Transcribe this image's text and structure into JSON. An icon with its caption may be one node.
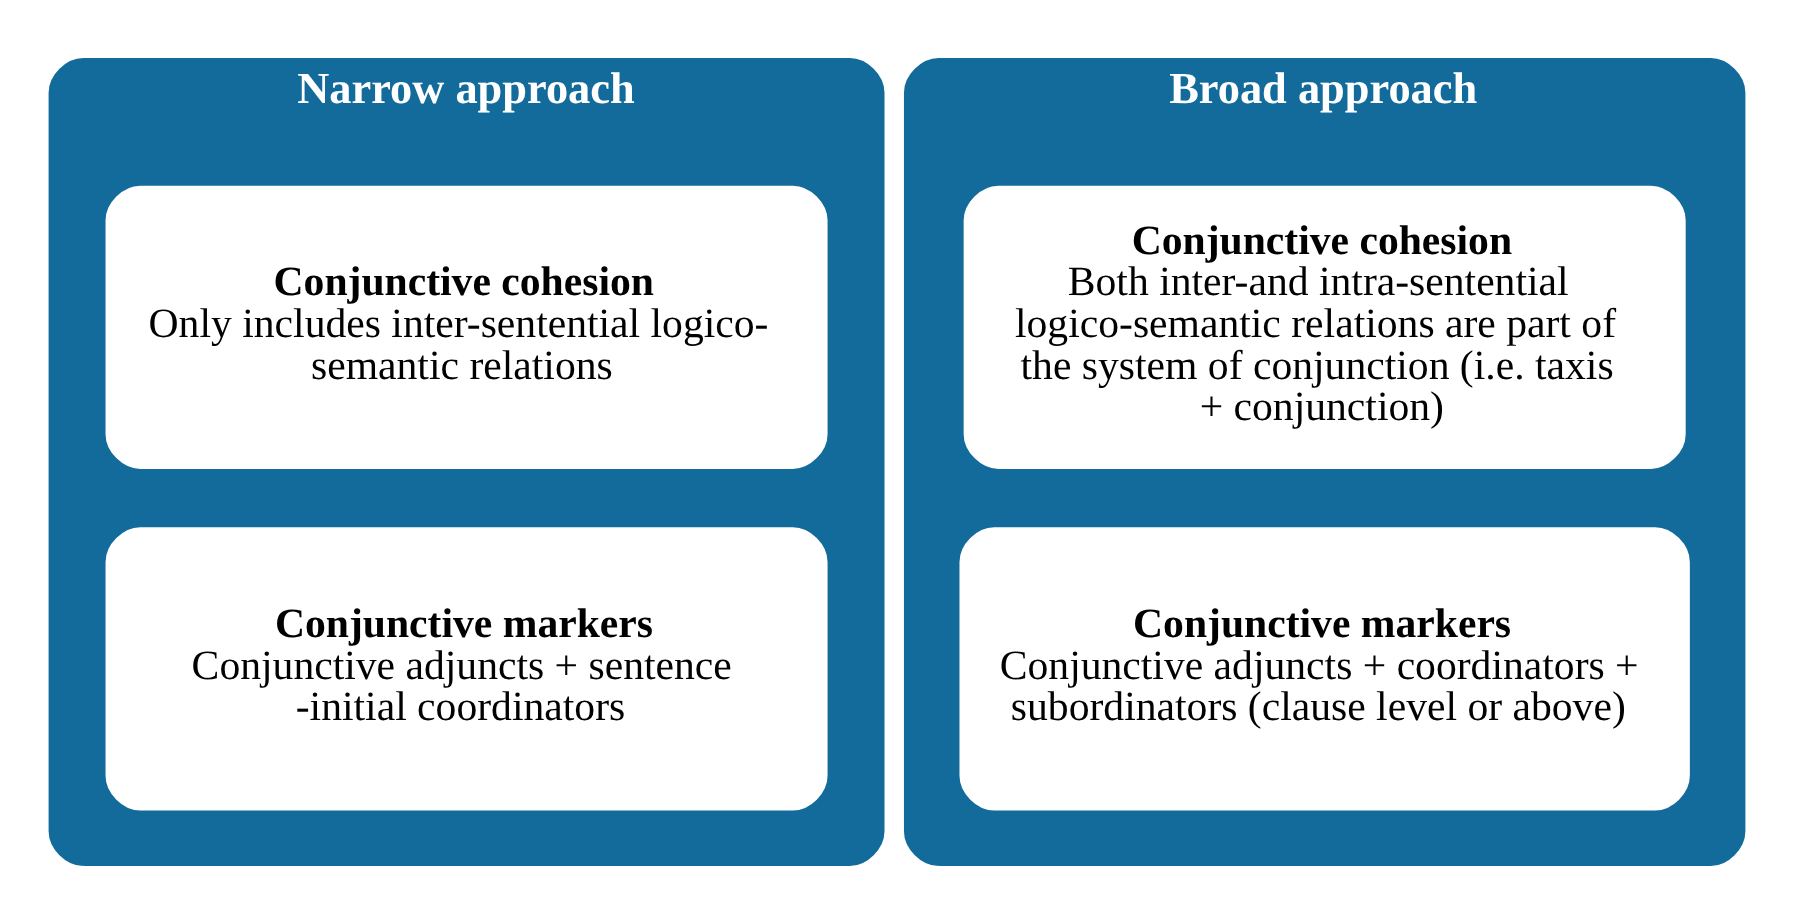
{
  "diagram": {
    "nodes": [
      {
        "text": [
          "Narrow approach"
        ]
      },
      {
        "text": [
          "Conjunctive cohesion",
          "Only includes inter-sentential logico-semantic relations"
        ],
        "in": 0
      },
      {
        "text": [
          "Conjunctive markers",
          "Conjunctive adjuncts + sentence -initial coordinators"
        ],
        "in": 0
      },
      {
        "text": [
          "Broad approach"
        ]
      },
      {
        "text": [
          "Conjunctive cohesion",
          "Both inter-and intra-sentential logico-semantic relations are part of the system of conjunction (i.e. taxis + conjunction)"
        ],
        "in": 3
      },
      {
        "text": [
          "Conjunctive markers",
          "Conjunctive adjuncts + coordinators + subordinators (clause level or above)"
        ],
        "in": 3
      }
    ],
    "edges": []
  }
}
